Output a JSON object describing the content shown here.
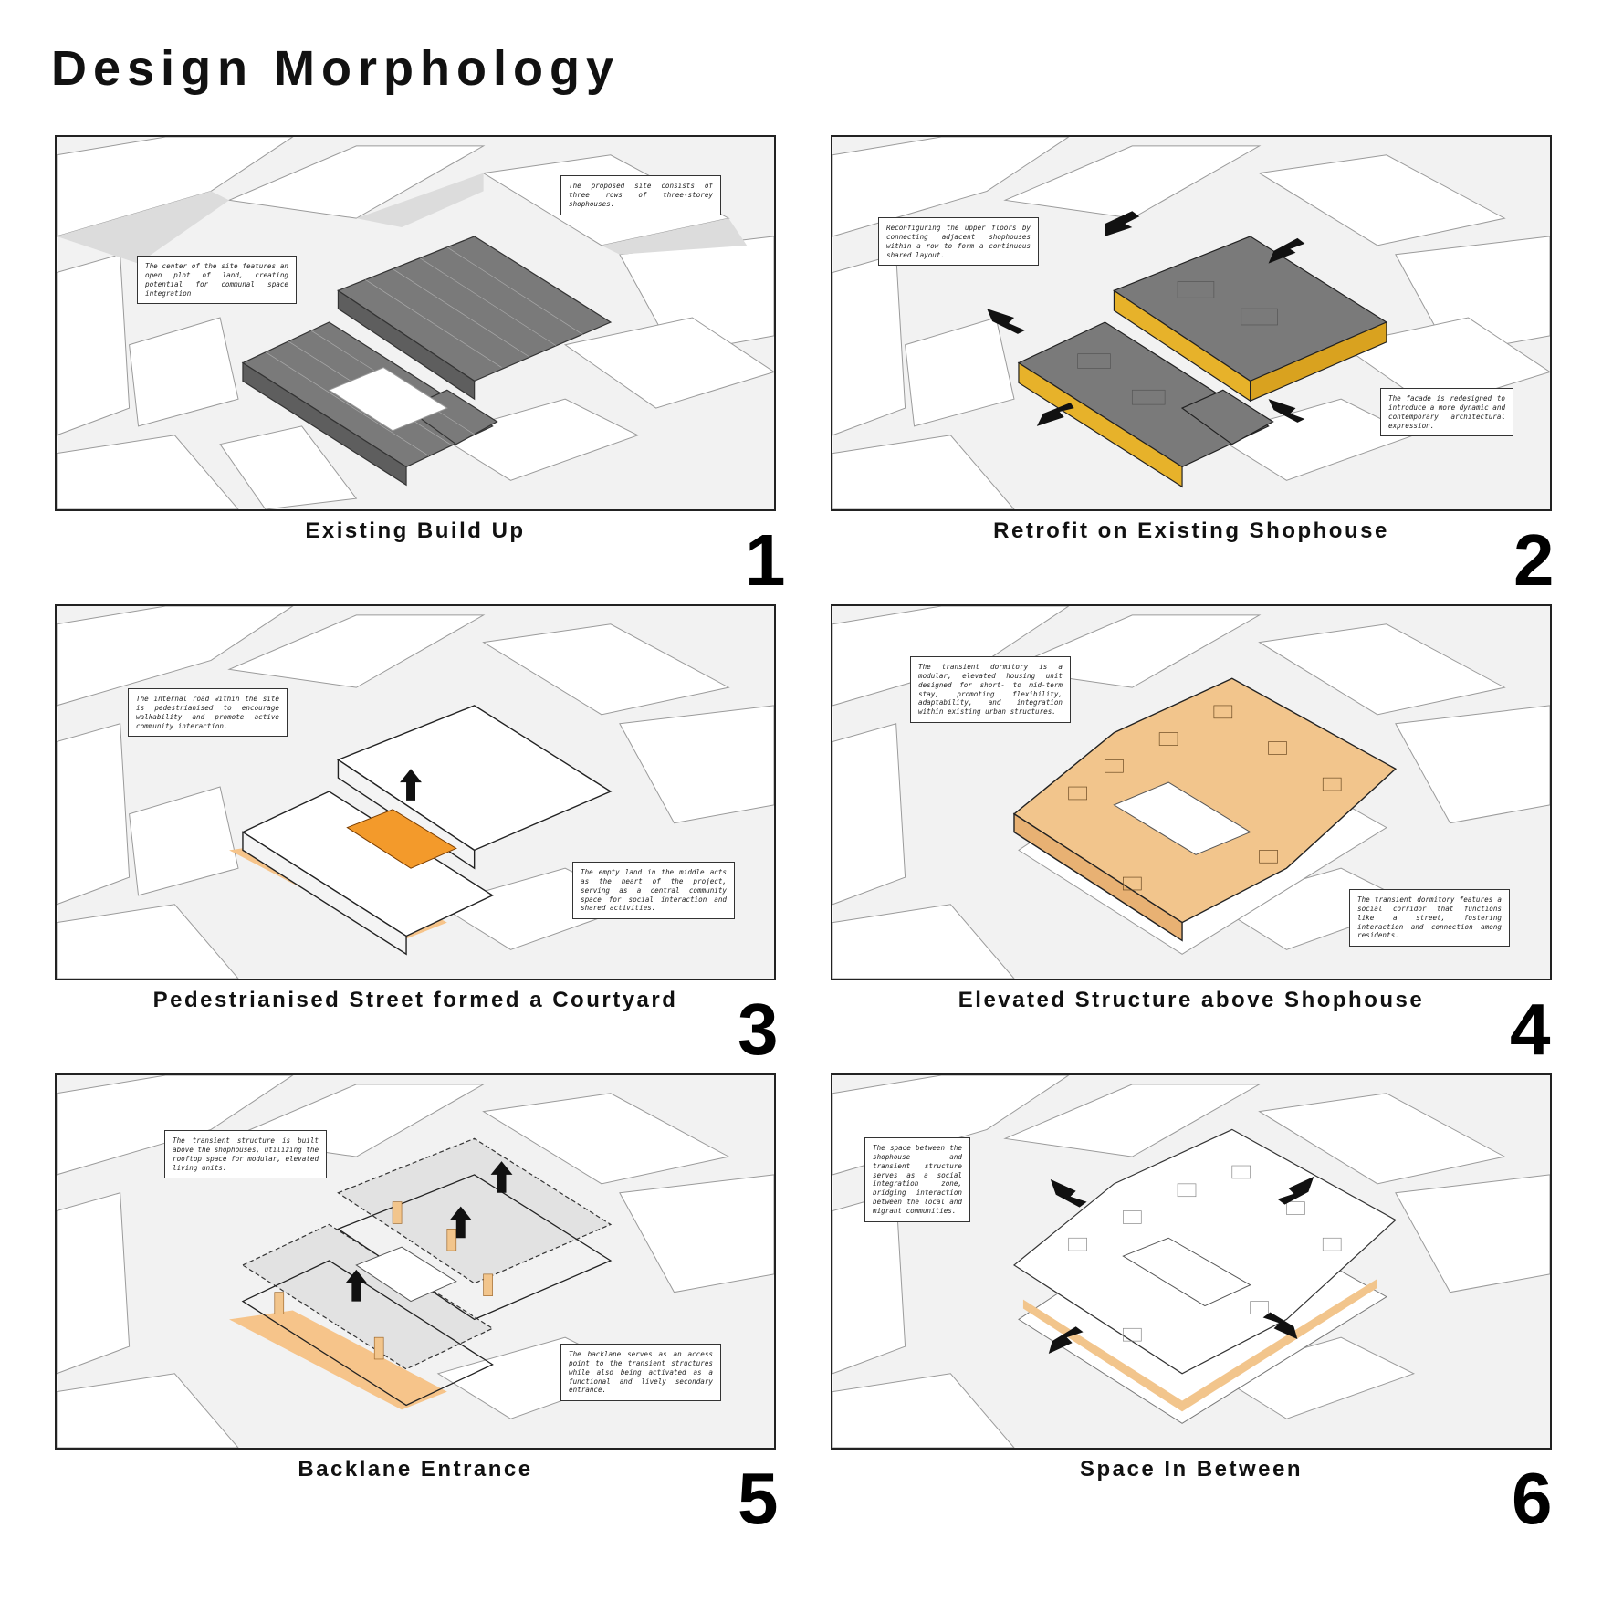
{
  "title": "Design Morphology",
  "panels": [
    {
      "number": "1",
      "caption": "Existing Build Up",
      "notes": [
        "The proposed site consists of three rows of three-storey shophouses.",
        "The center of the site features an open plot of land, creating potential for communal space integration"
      ]
    },
    {
      "number": "2",
      "caption": "Retrofit on Existing Shophouse",
      "notes": [
        "Reconfiguring the upper floors by connecting adjacent shophouses within a row to form a continuous shared layout.",
        "The facade is redesigned to introduce a more dynamic and contemporary architectural expression."
      ]
    },
    {
      "number": "3",
      "caption": "Pedestrianised Street formed a Courtyard",
      "notes": [
        "The internal road within the site is pedestrianised to encourage walkability and promote active community interaction.",
        "The empty land in the middle acts as the heart of the project, serving as a central community space for social interaction and shared activities."
      ]
    },
    {
      "number": "4",
      "caption": "Elevated Structure above Shophouse",
      "notes": [
        "The transient dormitory is a modular, elevated housing unit designed for short- to mid-term stay, promoting flexibility, adaptability, and integration within existing urban structures.",
        "The transient dormitory features a social corridor that functions like a street, fostering interaction and connection among residents."
      ]
    },
    {
      "number": "5",
      "caption": "Backlane Entrance",
      "notes": [
        "The transient structure is built above the shophouses, utilizing the rooftop space for modular, elevated living units.",
        "The backlane serves as an access point to the transient structures while also being activated as a functional and lively secondary entrance."
      ]
    },
    {
      "number": "6",
      "caption": "Space In Between",
      "notes": [
        "The space between the shophouse and transient structure serves as a social integration zone, bridging interaction between the local and migrant communities."
      ]
    }
  ],
  "colors": {
    "existing_block": "#7a7a7a",
    "retrofit_facade": "#e7b22a",
    "courtyard": "#f39a2b",
    "dormitory": "#f2c58c",
    "context": "#ffffff",
    "ground": "#f2f2f2"
  },
  "icons": [
    "arrow-icon"
  ]
}
